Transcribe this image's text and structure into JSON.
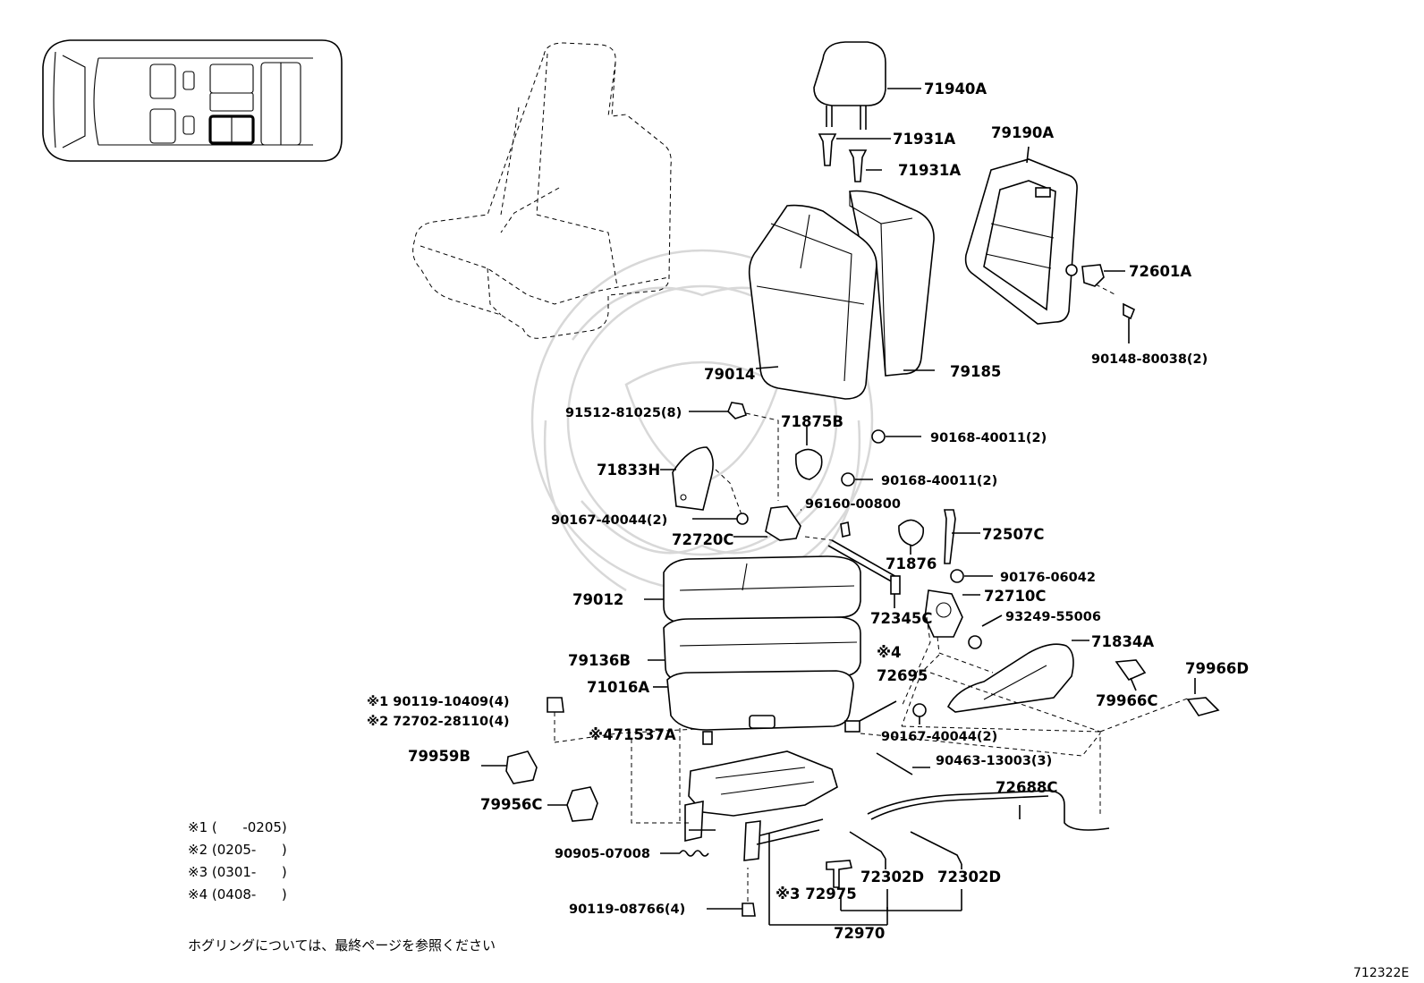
{
  "labels": {
    "l71940A": "71940A",
    "l71931A_1": "71931A",
    "l71931A_2": "71931A",
    "l79190A": "79190A",
    "l72601A": "72601A",
    "l90148": "90148-80038(2)",
    "l79014": "79014",
    "l79185": "79185",
    "l91512": "91512-81025(8)",
    "l71875B": "71875B",
    "l90168a": "90168-40011(2)",
    "l90168b": "90168-40011(2)",
    "l71833H": "71833H",
    "l96160": "96160-00800",
    "l90167a": "90167-40044(2)",
    "l72720C": "72720C",
    "l72507C": "72507C",
    "l71876": "71876",
    "l90176": "90176-06042",
    "l79012": "79012",
    "l72710C": "72710C",
    "l72345C": "72345C",
    "l93249": "93249-55006",
    "l71834A": "71834A",
    "l79136B": "79136B",
    "l79966D": "79966D",
    "lx4a": "※4",
    "l72695": "72695",
    "l71016A": "71016A",
    "l79966C": "79966C",
    "l90119a": "※1 90119-10409(4)",
    "l72702": "※2 72702-28110(4)",
    "l90167b": "90167-40044(2)",
    "l71537A": "※471537A",
    "l79959B": "79959B",
    "l90463": "90463-13003(3)",
    "l72688C": "72688C",
    "l79956C": "79956C",
    "l90905": "90905-07008",
    "l72302D_1": "72302D",
    "l72302D_2": "72302D",
    "l72975": "※3 72975",
    "l90119b": "90119-08766(4)",
    "l72970": "72970"
  },
  "notes": [
    "※1 (      -0205)",
    "※2 (0205-      )",
    "※3 (0301-      )",
    "※4 (0408-      )"
  ],
  "footer_text": "ホグリングについては、最終ページを参照ください",
  "diagram_code": "712322E"
}
